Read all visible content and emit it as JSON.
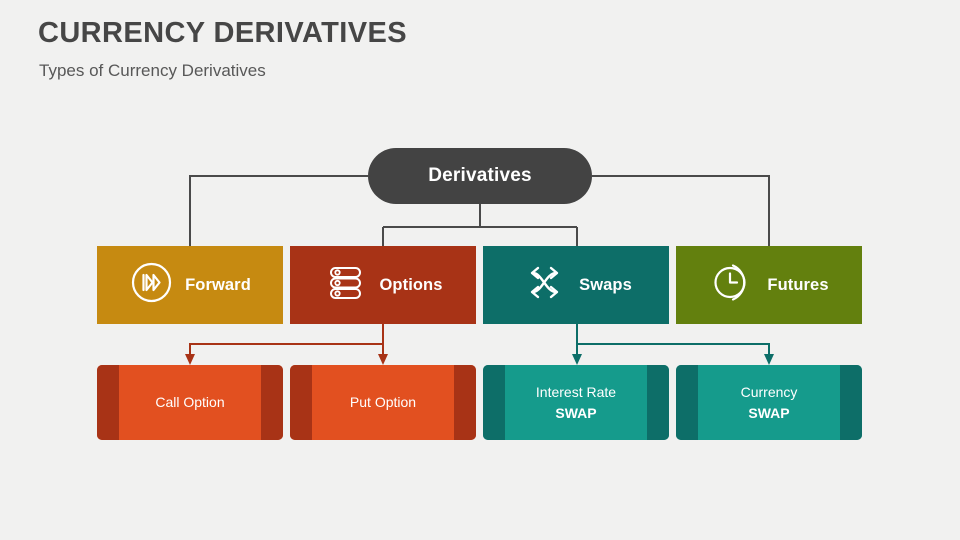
{
  "header": {
    "title": "CURRENCY DERIVATIVES",
    "subtitle": "Types of Currency Derivatives"
  },
  "diagram": {
    "type": "hierarchy-tree",
    "root": {
      "label": "Derivatives",
      "color": "#434343",
      "shape": "rounded-pill"
    },
    "categories": [
      {
        "id": "forward",
        "label": "Forward",
        "icon": "fast-forward-circle-icon",
        "color": "#c68a11",
        "children": []
      },
      {
        "id": "options",
        "label": "Options",
        "icon": "options-list-icon",
        "color": "#a83316",
        "children": [
          "call-option",
          "put-option"
        ]
      },
      {
        "id": "swaps",
        "label": "Swaps",
        "icon": "swap-arrows-icon",
        "color": "#0d6e68",
        "children": [
          "interest-rate-swap",
          "currency-swap"
        ]
      },
      {
        "id": "futures",
        "label": "Futures",
        "icon": "clock-circle-icon",
        "color": "#63800e",
        "children": []
      }
    ],
    "leaves": [
      {
        "id": "call-option",
        "label": "Call Option",
        "lines": [
          "Call Option"
        ],
        "color": "#e25020",
        "band_color": "#a83316",
        "parent": "options"
      },
      {
        "id": "put-option",
        "label": "Put Option",
        "lines": [
          "Put Option"
        ],
        "color": "#e25020",
        "band_color": "#a83316",
        "parent": "options"
      },
      {
        "id": "interest-rate-swap",
        "label": "Interest Rate SWAP",
        "lines": [
          "Interest Rate",
          "SWAP"
        ],
        "color": "#159b8c",
        "band_color": "#0d6e68",
        "parent": "swaps"
      },
      {
        "id": "currency-swap",
        "label": "Currency SWAP",
        "lines": [
          "Currency",
          "SWAP"
        ],
        "color": "#159b8c",
        "band_color": "#0d6e68",
        "parent": "swaps"
      }
    ],
    "connector_colors": {
      "root": "#4a4a4a",
      "options": "#a83316",
      "swaps": "#0d6e68"
    },
    "background": "#f1f1f0"
  }
}
